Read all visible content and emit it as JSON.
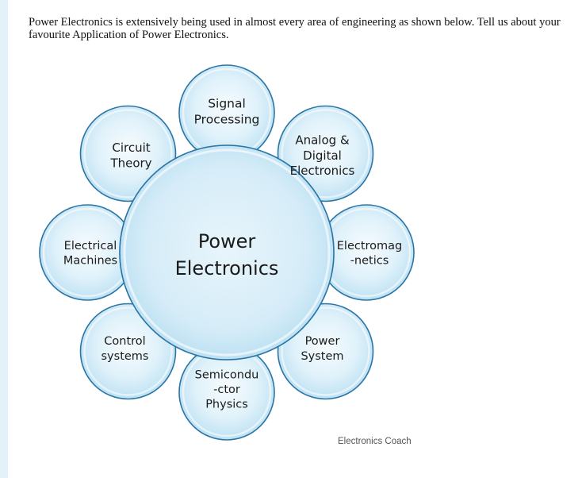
{
  "question": "Power Electronics is extensively being used in almost every area of engineering as shown below. Tell us about your favourite Application of Power Electronics.",
  "center": [
    "Power",
    "Electronics"
  ],
  "nodes": [
    {
      "id": "signal-processing",
      "lines": [
        "Signal",
        "Processing"
      ]
    },
    {
      "id": "analog-digital-electronics",
      "lines": [
        "Analog &",
        "Digital",
        "Electronics"
      ]
    },
    {
      "id": "electromagnetics",
      "lines": [
        "Electromag",
        "-netics"
      ]
    },
    {
      "id": "power-system",
      "lines": [
        "Power",
        "System"
      ]
    },
    {
      "id": "semiconductor-physics",
      "lines": [
        "Semicondu",
        "-ctor",
        "Physics"
      ]
    },
    {
      "id": "control-systems",
      "lines": [
        "Control",
        "systems"
      ]
    },
    {
      "id": "electrical-machines",
      "lines": [
        "Electrical",
        "Machines"
      ]
    },
    {
      "id": "circuit-theory",
      "lines": [
        "Circuit",
        "Theory"
      ]
    }
  ],
  "credit": "Electronics Coach",
  "colors": {
    "stroke": "#2a75a6",
    "fill_light": "#eaf6fc",
    "fill_mid": "#bfe3f4",
    "fill_edge": "#a6d6ee",
    "background": "#e3f1f8"
  }
}
